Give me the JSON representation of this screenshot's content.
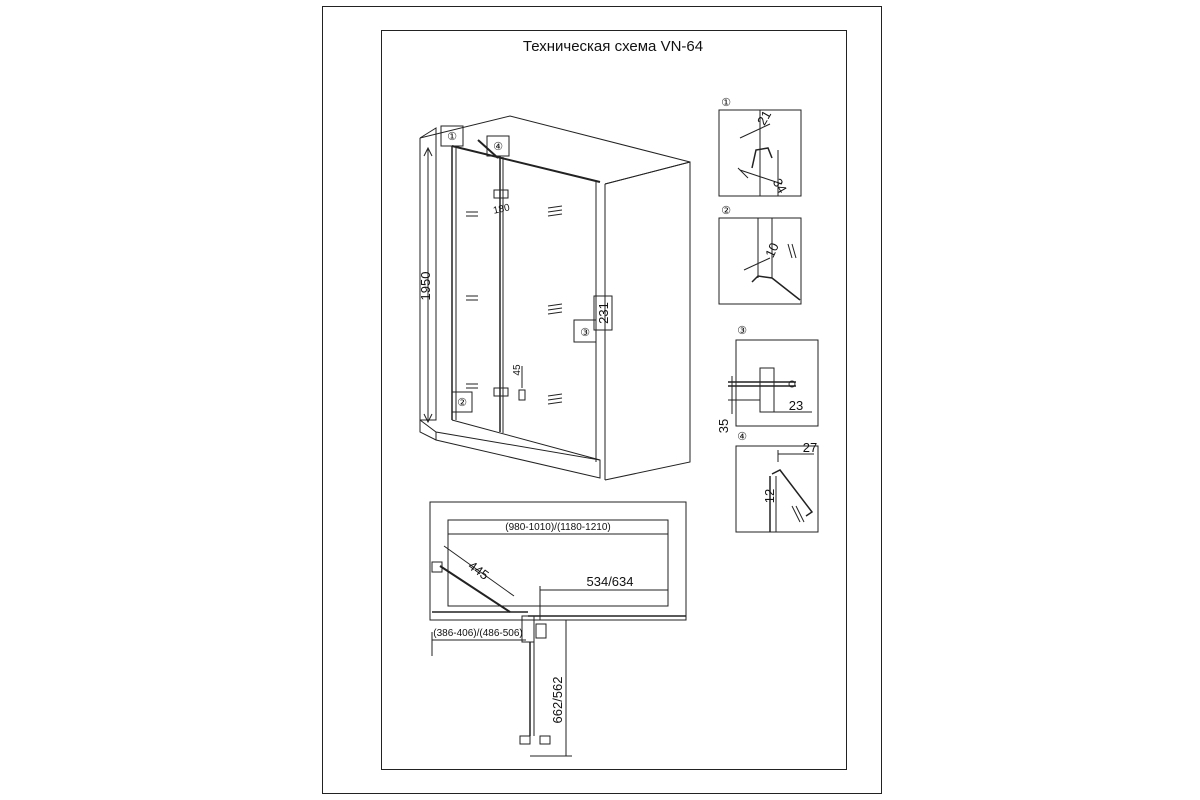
{
  "title": "Техническая схема VN-64",
  "front_view": {
    "height_label": "1950",
    "hinge_angle_label": "180",
    "wall_clip_label": "231",
    "bottom_hinge_label": "45",
    "callouts": [
      "①",
      "④",
      "③",
      "②"
    ]
  },
  "details": {
    "detail1": {
      "marker": "①",
      "dim_a": "21",
      "dim_b": "34"
    },
    "detail2": {
      "marker": "②",
      "dim_a": "10"
    },
    "detail3": {
      "marker": "③",
      "dim_a": "23",
      "dim_b": "35"
    },
    "detail4": {
      "marker": "④",
      "dim_a": "27",
      "dim_b": "12"
    }
  },
  "plan_view": {
    "total_width": "(980-1010)/(1180-1210)",
    "diagonal": "445",
    "door_width": "534/634",
    "fixed_width": "(386-406)/(486-506)",
    "swing_depth": "662/562"
  }
}
